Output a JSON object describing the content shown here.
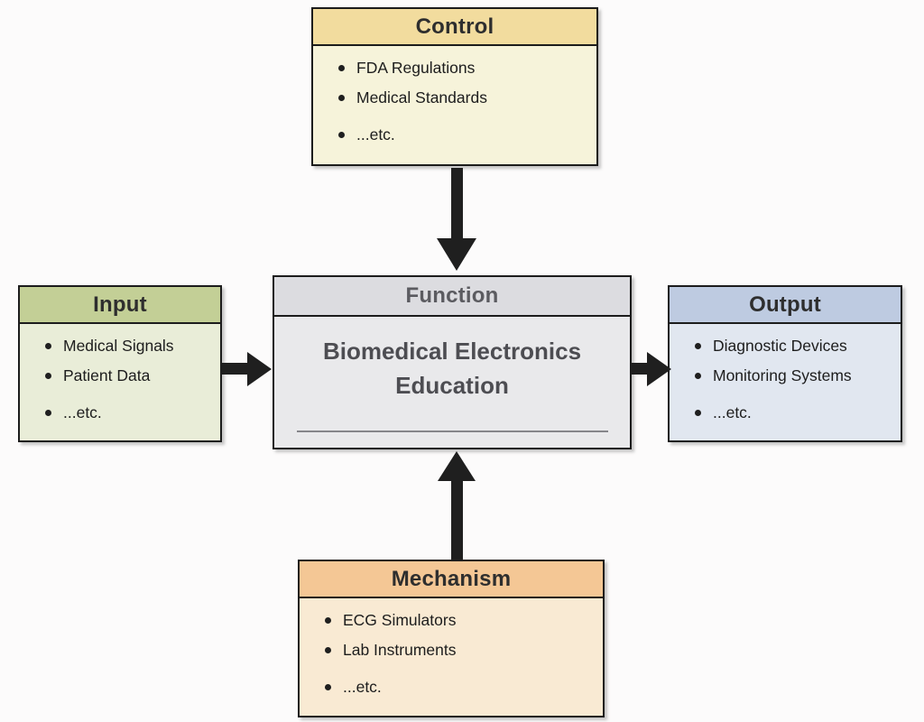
{
  "diagram": {
    "background_color": "#fcfbfb",
    "arrow_color": "#1f1f1f",
    "border_color": "#1c1c1c",
    "nodes": {
      "control": {
        "title": "Control",
        "header_color": "#f2dc9e",
        "body_color": "#f6f3da",
        "items": [
          "FDA Regulations",
          "Medical Standards",
          "...etc."
        ]
      },
      "input": {
        "title": "Input",
        "header_color": "#c3cf96",
        "body_color": "#e9edd8",
        "items": [
          "Medical Signals",
          "Patient Data",
          "...etc."
        ]
      },
      "function": {
        "title": "Function",
        "header_color": "#dcdce0",
        "body_color": "#e9e9eb",
        "label": "Biomedical Electronics Education"
      },
      "output": {
        "title": "Output",
        "header_color": "#becbe1",
        "body_color": "#e1e7f0",
        "items": [
          "Diagnostic Devices",
          "Monitoring Systems",
          "...etc."
        ]
      },
      "mechanism": {
        "title": "Mechanism",
        "header_color": "#f4c795",
        "body_color": "#f9ead3",
        "items": [
          "ECG Simulators",
          "Lab Instruments",
          "...etc."
        ]
      }
    }
  }
}
